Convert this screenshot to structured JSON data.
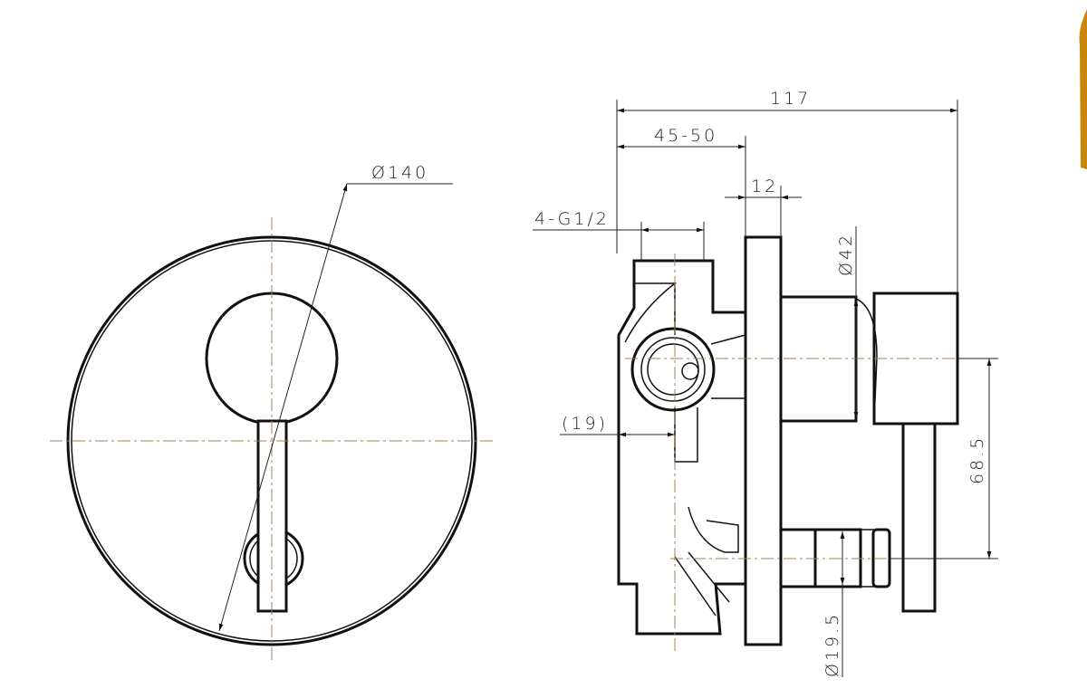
{
  "dimensions": {
    "overall_depth": "117",
    "wall_depth": "45-50",
    "plate_thickness": "12",
    "inlet_thread": "4-G1/2",
    "spindle_diameter": "Ø42",
    "body_offset": "(19)",
    "outlet_height": "68.5",
    "outlet_diameter": "Ø19.5",
    "plate_diameter": "Ø140"
  },
  "colors": {
    "outline": "#111111",
    "centerline": "#a08060",
    "accent": "#c8860a"
  }
}
